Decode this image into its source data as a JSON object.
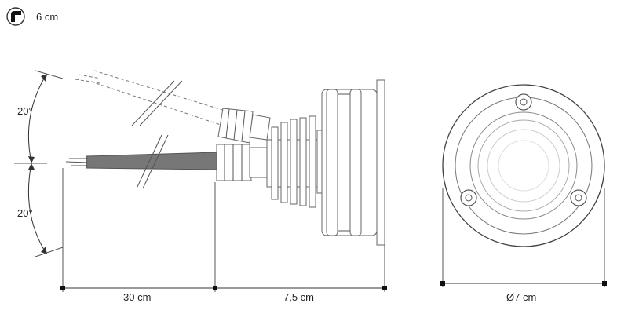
{
  "bend_radius": {
    "icon": "bend-radius-icon",
    "value": "6 cm"
  },
  "angles": {
    "upper": "20°",
    "lower": "20°"
  },
  "dimensions": {
    "cable_length": "30 cm",
    "body_length": "7,5 cm",
    "diameter": "Ø7 cm"
  }
}
